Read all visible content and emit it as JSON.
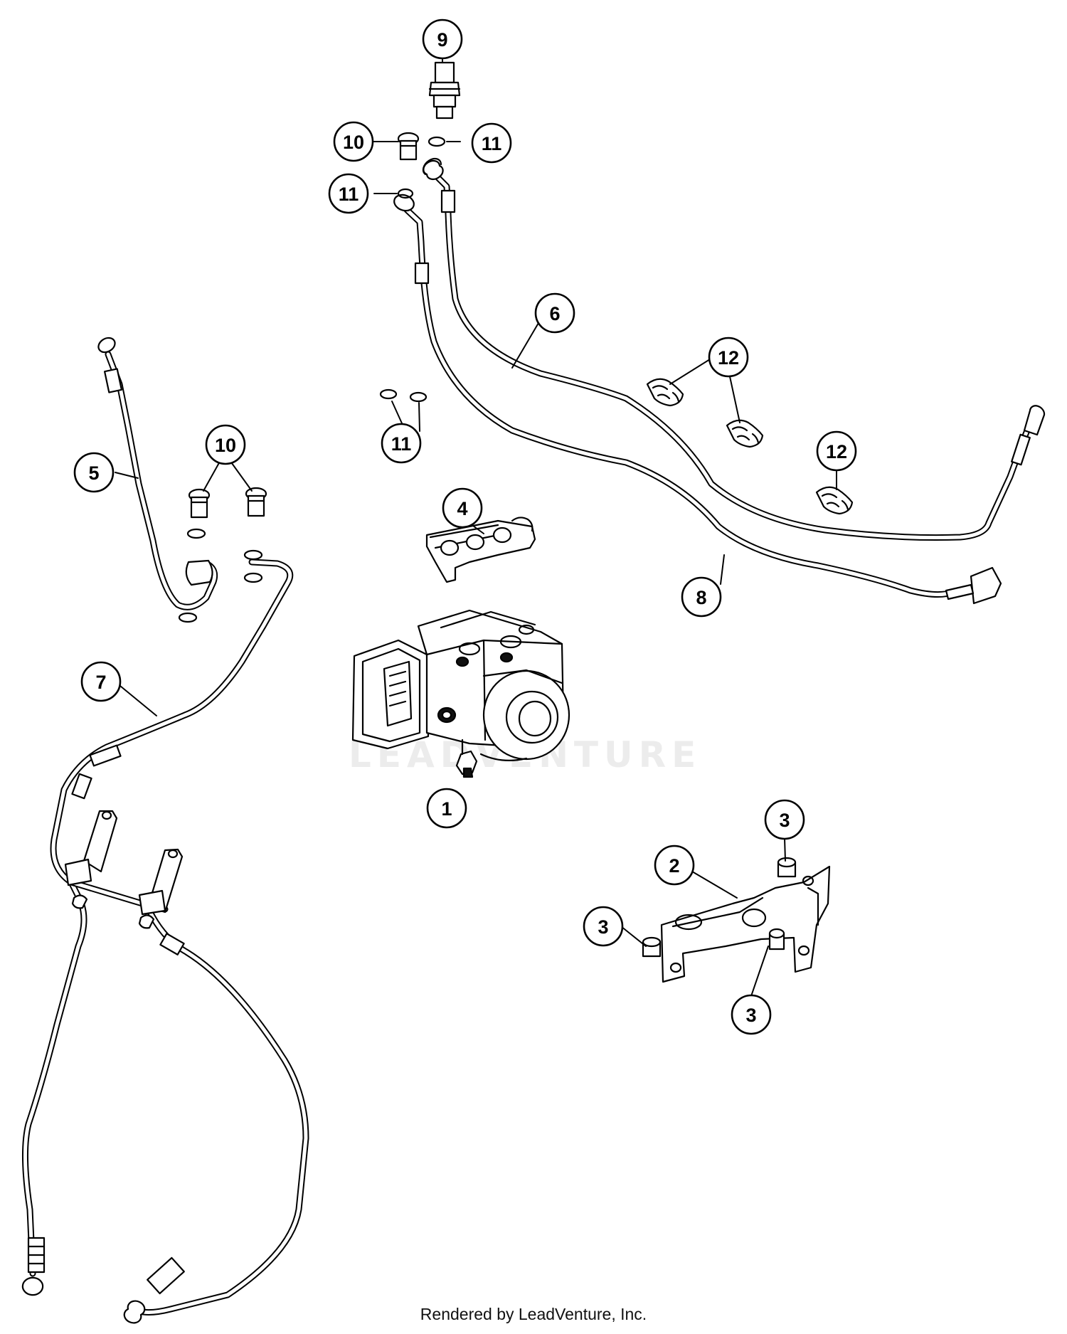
{
  "diagram": {
    "watermark": "LEADVENTURE",
    "footer": "Rendered by LeadVenture, Inc.",
    "callouts": [
      {
        "id": "c1",
        "label": "1"
      },
      {
        "id": "c2",
        "label": "2"
      },
      {
        "id": "c3a",
        "label": "3"
      },
      {
        "id": "c3b",
        "label": "3"
      },
      {
        "id": "c3c",
        "label": "3"
      },
      {
        "id": "c4",
        "label": "4"
      },
      {
        "id": "c5",
        "label": "5"
      },
      {
        "id": "c6",
        "label": "6"
      },
      {
        "id": "c7",
        "label": "7"
      },
      {
        "id": "c8",
        "label": "8"
      },
      {
        "id": "c9",
        "label": "9"
      },
      {
        "id": "c10a",
        "label": "10"
      },
      {
        "id": "c10b",
        "label": "10"
      },
      {
        "id": "c11a",
        "label": "11"
      },
      {
        "id": "c11b",
        "label": "11"
      },
      {
        "id": "c11c",
        "label": "11"
      },
      {
        "id": "c12a",
        "label": "12"
      },
      {
        "id": "c12b",
        "label": "12"
      }
    ]
  }
}
